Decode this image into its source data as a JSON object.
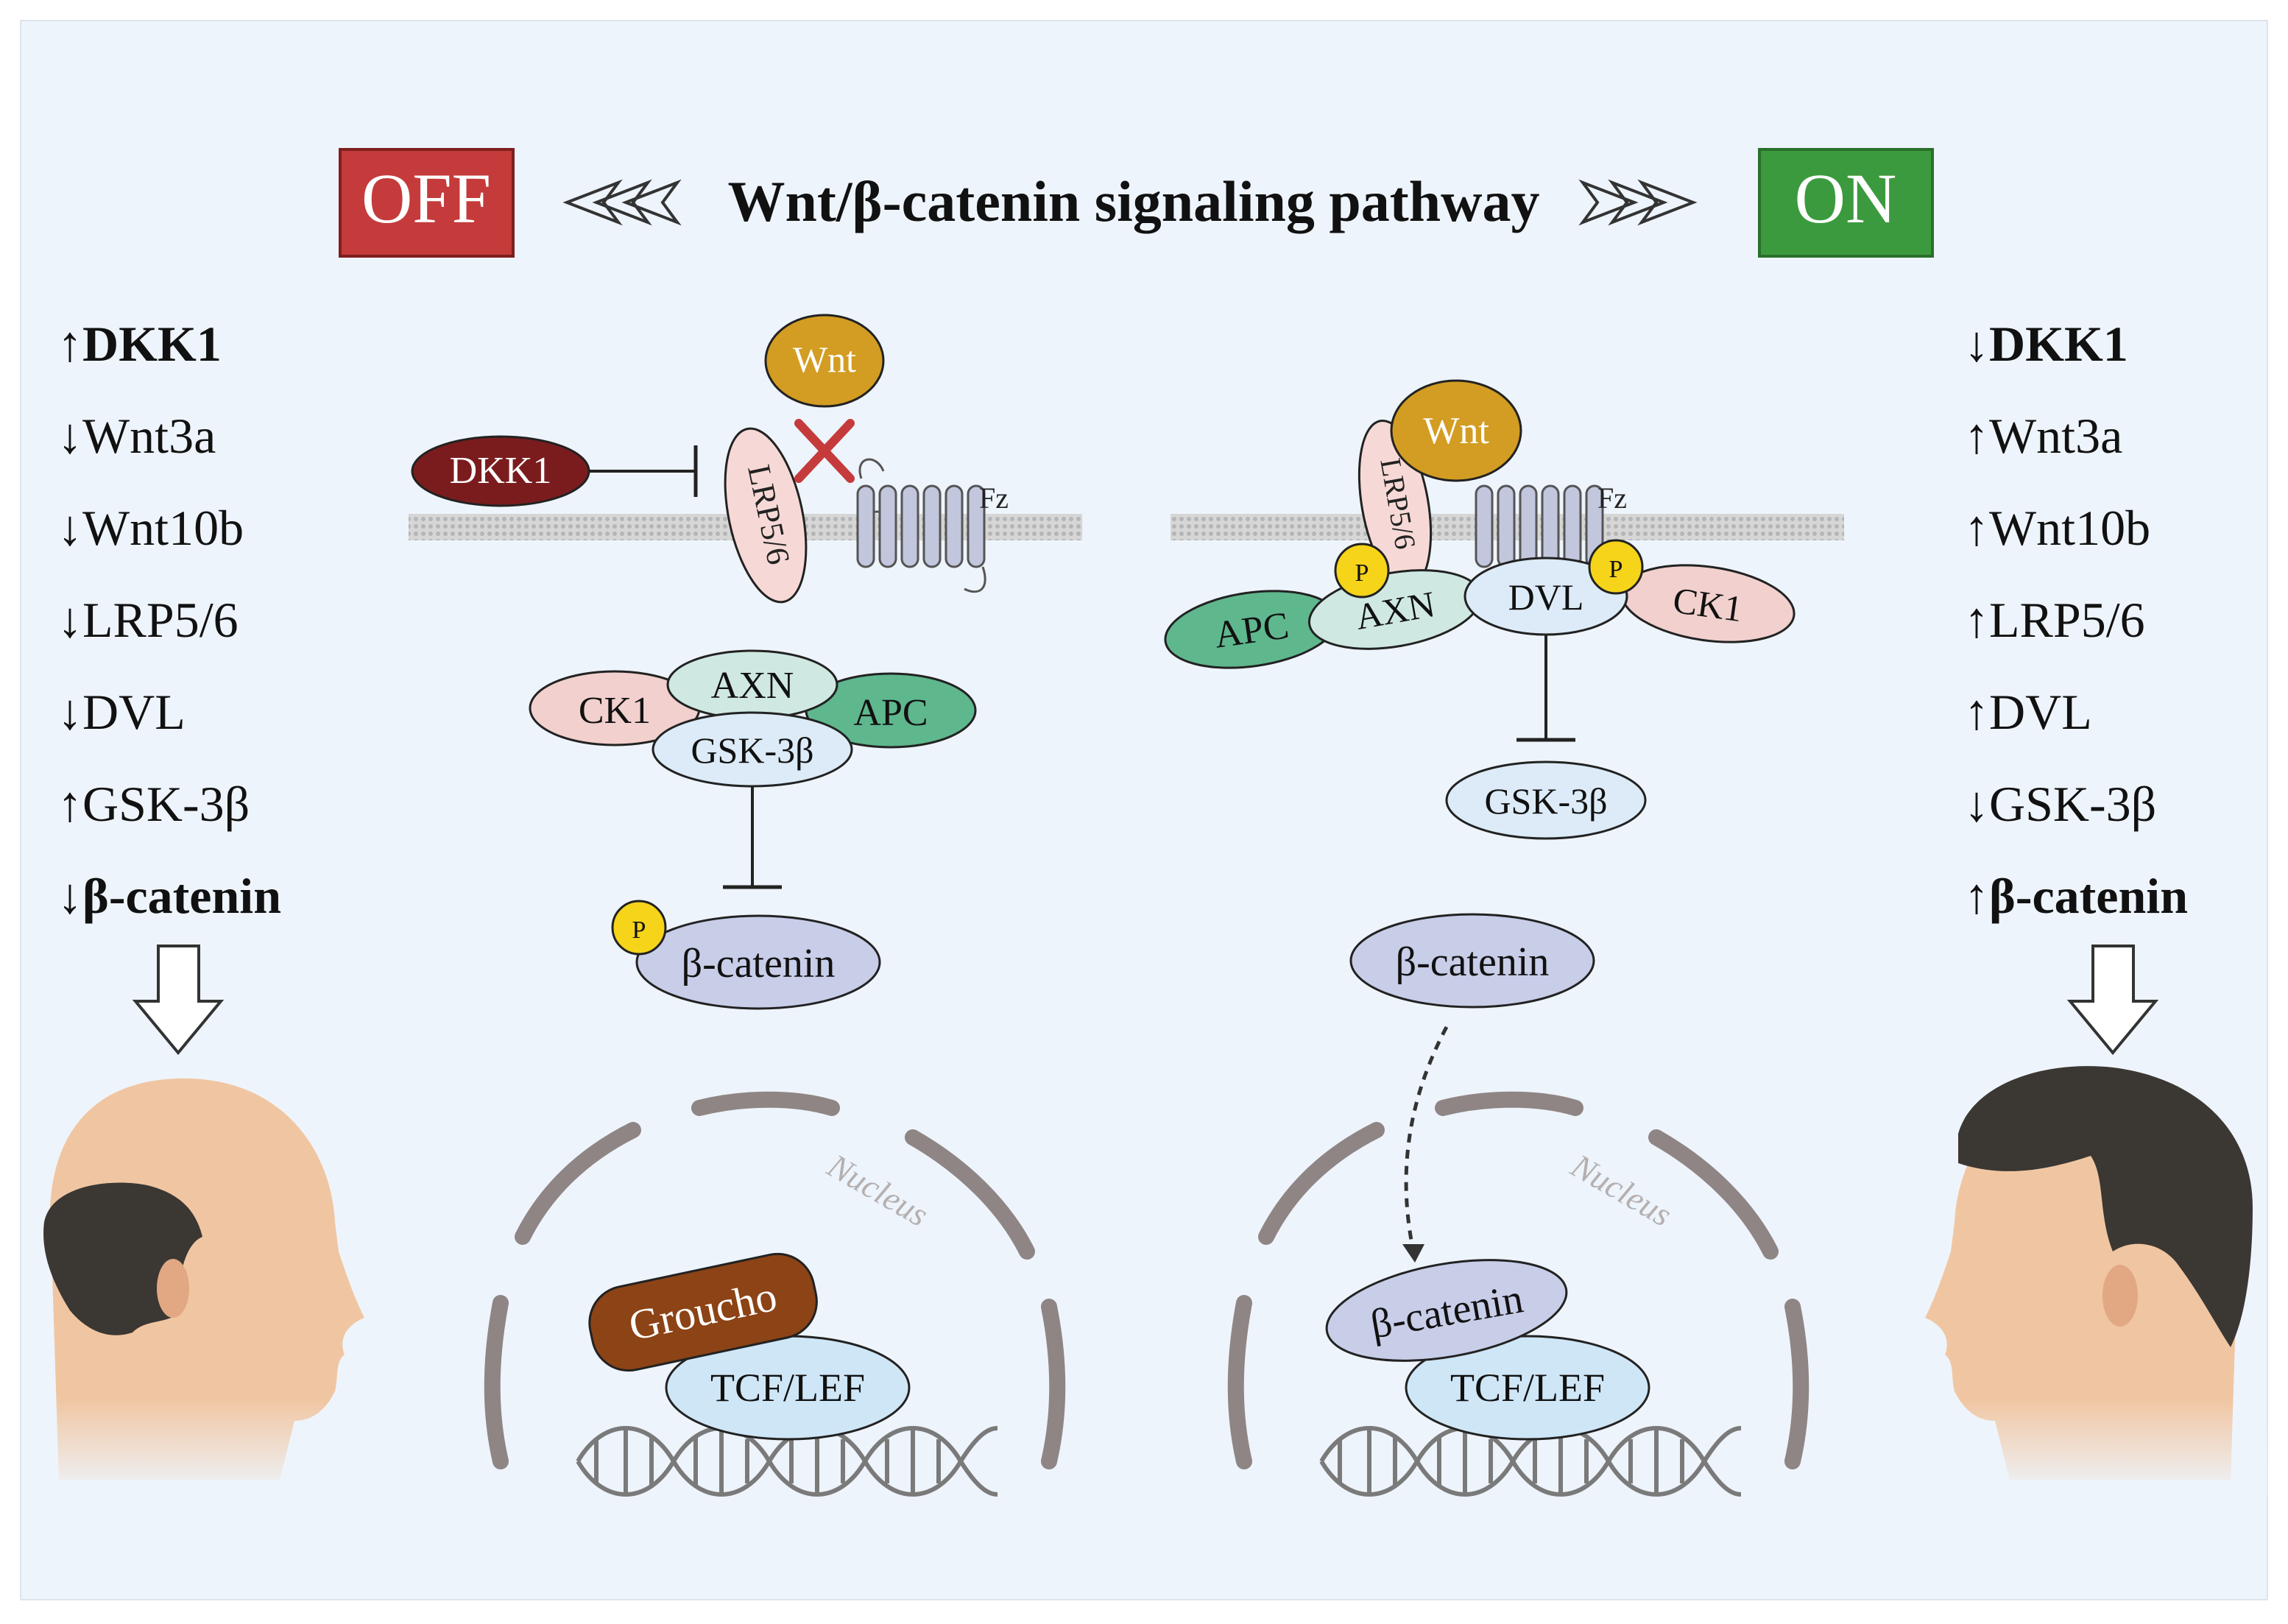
{
  "header": {
    "off_badge": "OFF",
    "on_badge": "ON",
    "title": "Wnt/β-catenin signaling pathway",
    "colors": {
      "off": "#c53b3b",
      "on": "#3c9a3e"
    }
  },
  "left_list": {
    "arrows": [
      "↑",
      "↓",
      "↓",
      "↓",
      "↓",
      "↑",
      "↓"
    ],
    "items": [
      "DKK1",
      "Wnt3a",
      "Wnt10b",
      "LRP5/6",
      "DVL",
      "GSK-3β",
      "β-catenin"
    ]
  },
  "right_list": {
    "arrows": [
      "↓",
      "↑",
      "↑",
      "↑",
      "↑",
      "↓",
      "↑"
    ],
    "items": [
      "DKK1",
      "Wnt3a",
      "Wnt10b",
      "LRP5/6",
      "DVL",
      "GSK-3β",
      "β-catenin"
    ]
  },
  "off_panel": {
    "wnt": "Wnt",
    "dkk1": "DKK1",
    "lrp": "LRP5/6",
    "fz": "Fz",
    "ck1": "CK1",
    "axn": "AXN",
    "apc": "APC",
    "gsk": "GSK-3β",
    "p": "P",
    "beta_catenin": "β-catenin",
    "nucleus": "Nucleus",
    "groucho": "Groucho",
    "tcf": "TCF/LEF"
  },
  "on_panel": {
    "wnt": "Wnt",
    "lrp": "LRP5/6",
    "fz": "Fz",
    "p1": "P",
    "p2": "P",
    "apc": "APC",
    "axn": "AXN",
    "dvl": "DVL",
    "ck1": "CK1",
    "gsk": "GSK-3β",
    "beta_catenin": "β-catenin",
    "nucleus": "Nucleus",
    "beta_catenin_nuclear": "β-catenin",
    "tcf": "TCF/LEF"
  },
  "colors": {
    "background": "#eef4fb",
    "wnt": "#d29d22",
    "dkk1": "#7a1c1e",
    "lrp": "#f6d9d6",
    "ck1": "#f1d0cd",
    "axn": "#cfe9e2",
    "apc": "#5fb78e",
    "gsk": "#dcebf7",
    "beta_catenin": "#c8cde8",
    "phospho": "#f5d41a",
    "groucho": "#8c4316",
    "tcf": "#cfe6f6",
    "nucleus": "#8f8585",
    "receptor": "#c2c7de"
  }
}
